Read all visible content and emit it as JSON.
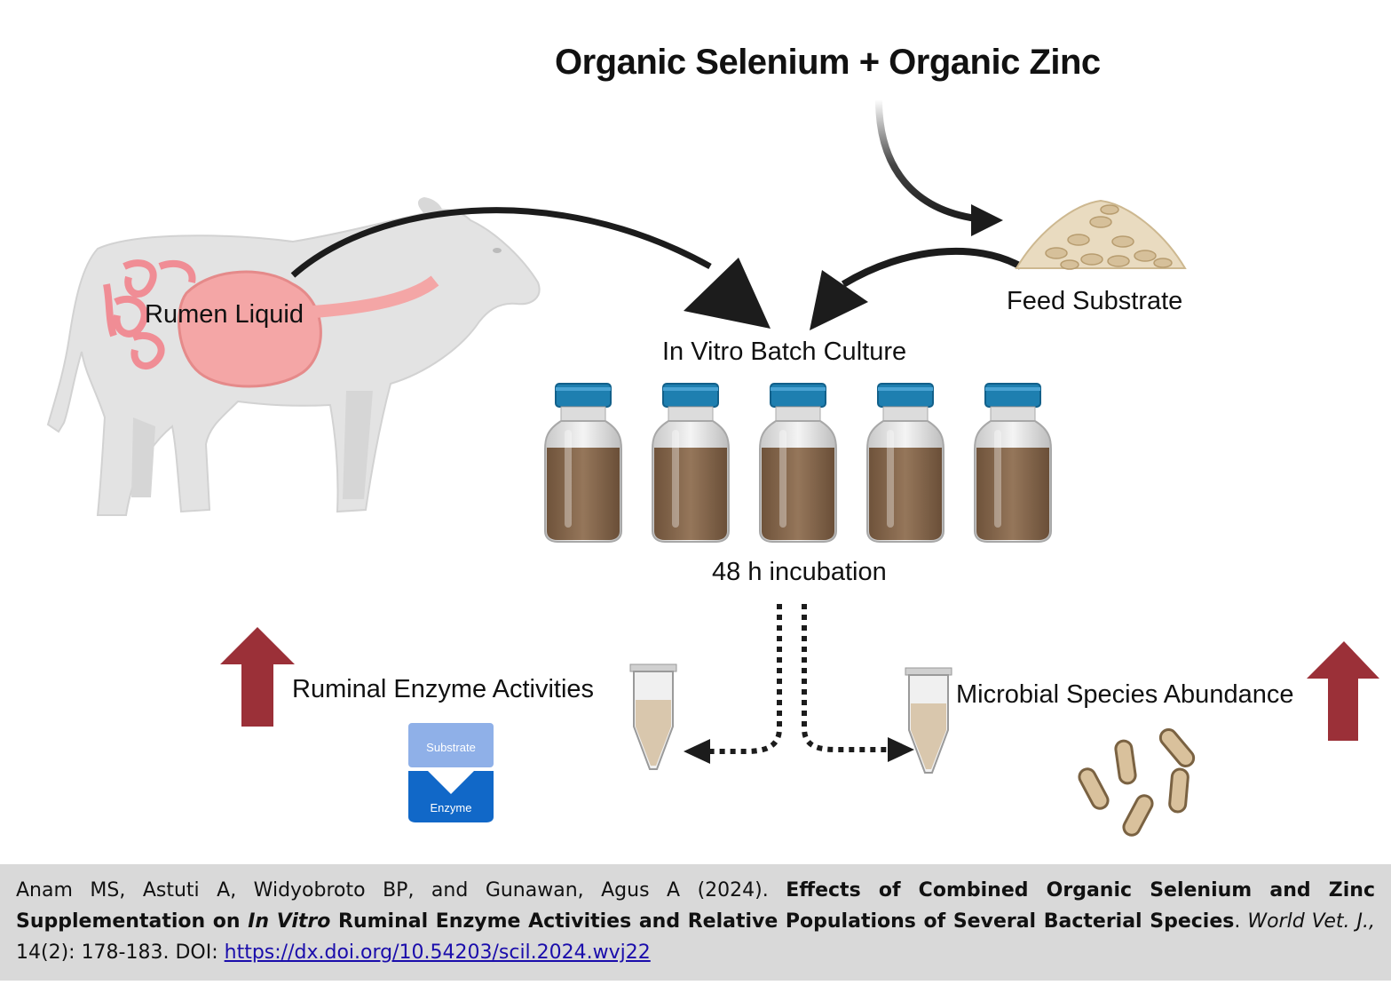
{
  "diagram": {
    "title": "Organic Selenium + Organic Zinc",
    "rumen_label": "Rumen Liquid",
    "feed_label": "Feed Substrate",
    "culture_label": "In Vitro Batch Culture",
    "incubation_label": "48 h incubation",
    "enzyme_label": "Ruminal Enzyme Activities",
    "microbe_label": "Microbial Species Abundance",
    "enzyme_icon": {
      "substrate": "Substrate",
      "enzyme": "Enzyme"
    },
    "bottle_count": 5,
    "colors": {
      "arrow_black": "#1c1c1c",
      "increase_arrow": "#9b3038",
      "bottle_cap": "#1e7fb0",
      "bottle_liquid": "#8a6a4c",
      "rumen_pink": "#f4a6a6",
      "cow_body": "#e2e2e2",
      "substrate_box": "#8fb0e8",
      "enzyme_box": "#1168c8",
      "citation_bg": "#d9d9d9"
    }
  },
  "citation": {
    "authors_year": "Anam MS, Astuti A, Widyobroto BP, and Gunawan, Agus A (2024).",
    "title_part1": "Effects of Combined Organic Selenium and Zinc Supplementation on",
    "title_italic": "In Vitro",
    "title_part2": "Ruminal Enzyme Activities and Relative Populations of Several Bacterial Species",
    "journal": "World Vet. J.,",
    "volume_pages": "14(2): 178-183. DOI:",
    "doi": "https://dx.doi.org/10.54203/scil.2024.wvj22"
  }
}
